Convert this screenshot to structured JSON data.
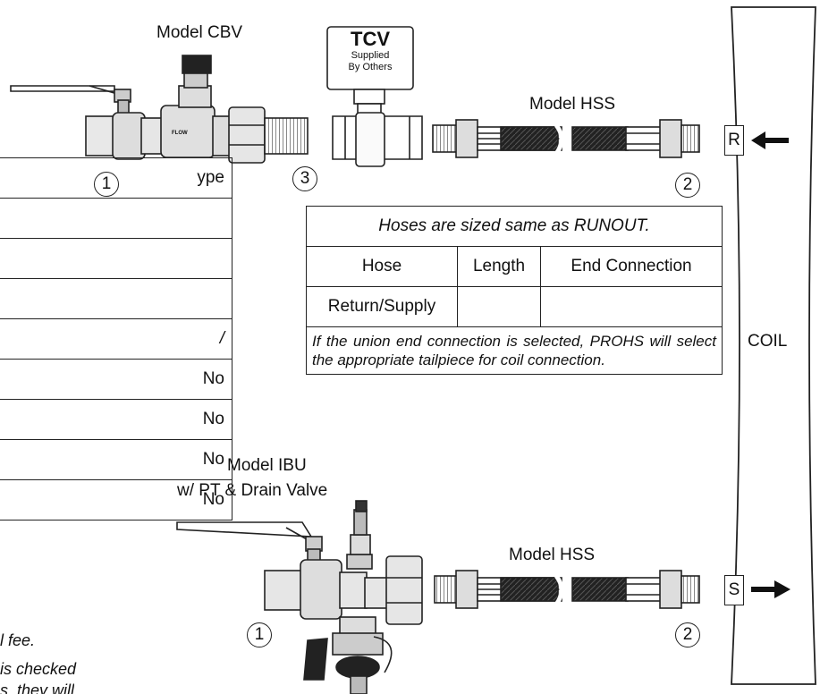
{
  "labels": {
    "model_cbv": "Model CBV",
    "tcv_title": "TCV",
    "tcv_sub1": "Supplied",
    "tcv_sub2": "By Others",
    "model_hss_top": "Model HSS",
    "model_hss_bottom": "Model HSS",
    "model_ibu": "Model IBU",
    "ibu_sub": "w/ PT & Drain Valve",
    "coil": "COIL",
    "return_marker": "R",
    "supply_marker": "S",
    "flow_mark": "FLOW"
  },
  "callouts": [
    "1",
    "2",
    "3"
  ],
  "left_table": {
    "header": "ype",
    "section_marker": "/",
    "rows": [
      "No",
      "No",
      "No",
      "No"
    ]
  },
  "hose_table": {
    "title": "Hoses are sized same as RUNOUT.",
    "columns": [
      "Hose",
      "Length",
      "End Connection"
    ],
    "row_label": "Return/Supply",
    "note": "If the union end connection is selected, PROHS will select the appropriate tailpiece for coil connection."
  },
  "footnotes": {
    "line1": "l fee.",
    "line2": "is checked",
    "line3": "s, they will"
  }
}
